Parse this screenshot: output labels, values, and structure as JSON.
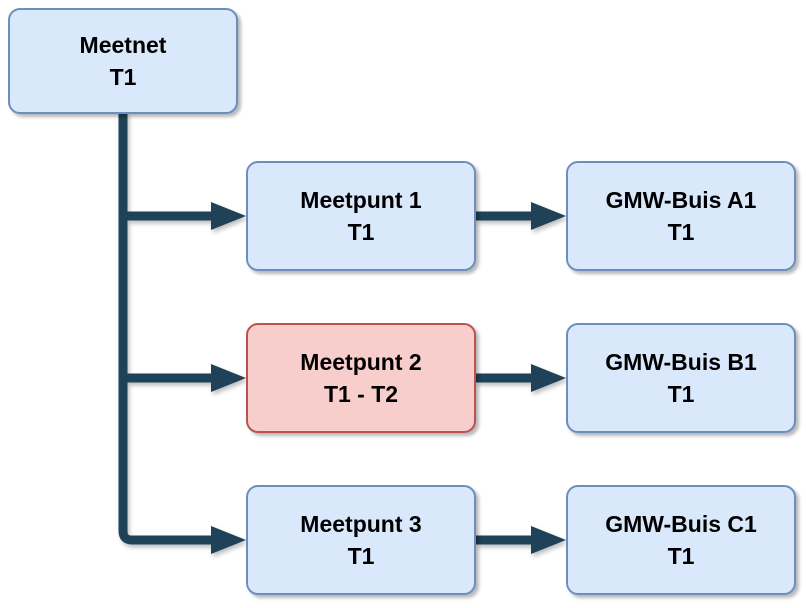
{
  "diagram": {
    "nodes": {
      "meetnet": {
        "title": "Meetnet",
        "subtitle": "T1"
      },
      "meetpunt1": {
        "title": "Meetpunt 1",
        "subtitle": "T1"
      },
      "meetpunt2": {
        "title": "Meetpunt 2",
        "subtitle": "T1 - T2"
      },
      "meetpunt3": {
        "title": "Meetpunt 3",
        "subtitle": "T1"
      },
      "gmw_a1": {
        "title": "GMW-Buis A1",
        "subtitle": "T1"
      },
      "gmw_b1": {
        "title": "GMW-Buis B1",
        "subtitle": "T1"
      },
      "gmw_c1": {
        "title": "GMW-Buis C1",
        "subtitle": "T1"
      }
    },
    "edges": [
      {
        "from": "meetnet",
        "to": "meetpunt1"
      },
      {
        "from": "meetnet",
        "to": "meetpunt2"
      },
      {
        "from": "meetnet",
        "to": "meetpunt3"
      },
      {
        "from": "meetpunt1",
        "to": "gmw_a1"
      },
      {
        "from": "meetpunt2",
        "to": "gmw_b1"
      },
      {
        "from": "meetpunt3",
        "to": "gmw_c1"
      }
    ],
    "colors": {
      "node_fill_blue": "#dae8fc",
      "node_border_blue": "#6c8ebf",
      "node_fill_red": "#f8cecc",
      "node_border_red": "#b85450",
      "arrow": "#1f4258"
    }
  }
}
